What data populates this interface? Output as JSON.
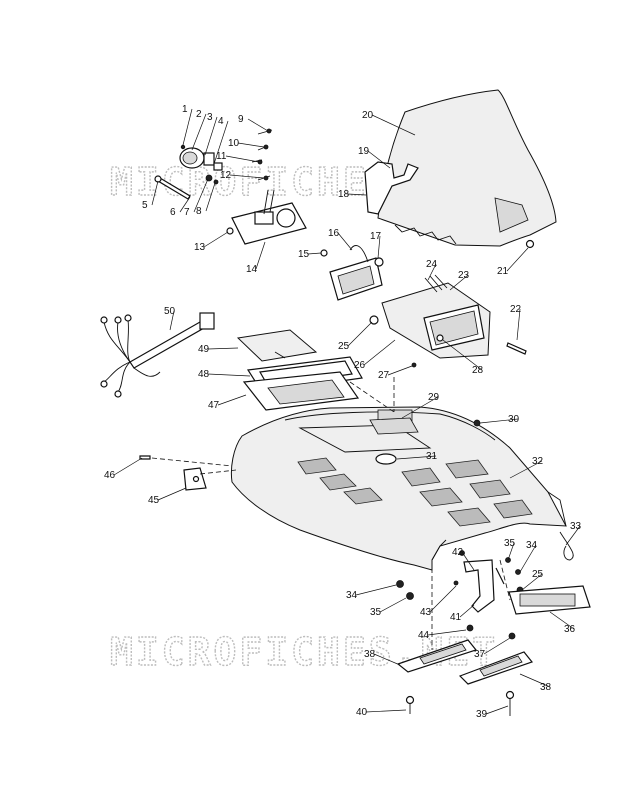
{
  "watermark": "MICROFICHES.NET",
  "callouts": [
    "1",
    "2",
    "3",
    "4",
    "5",
    "6",
    "7",
    "8",
    "9",
    "10",
    "11",
    "12",
    "13",
    "14",
    "15",
    "16",
    "17",
    "18",
    "19",
    "20",
    "21",
    "22",
    "23",
    "24",
    "25",
    "26",
    "27",
    "28",
    "29",
    "30",
    "31",
    "32",
    "33",
    "34",
    "35",
    "36",
    "37",
    "38",
    "39",
    "40",
    "41",
    "42",
    "43",
    "44",
    "45",
    "46",
    "47",
    "48",
    "49",
    "50"
  ],
  "extra_callouts": {
    "c25b": "25",
    "c34b": "34",
    "c35b": "35",
    "c38b": "38"
  }
}
